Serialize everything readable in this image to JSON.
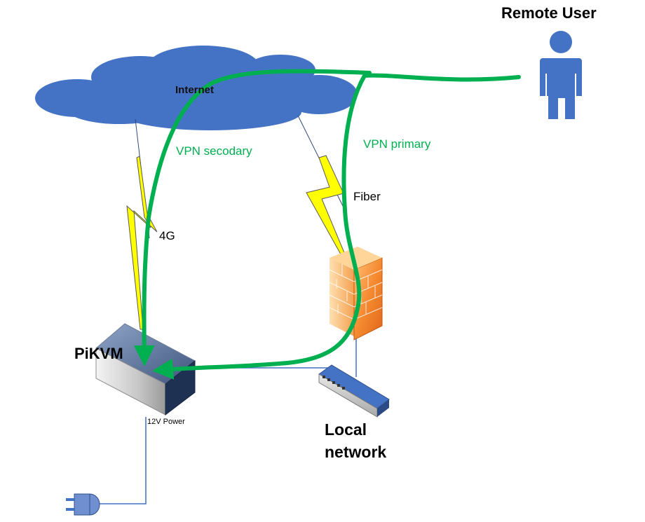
{
  "labels": {
    "internet": "Internet",
    "remote_user": "Remote User",
    "vpn_secondary": "VPN secodary",
    "vpn_primary": "VPN primary",
    "fiber": "Fiber",
    "g4": "4G",
    "pikvm": "PiKVM",
    "power": "12V Power",
    "local_network_line1": "Local",
    "local_network_line2": "network"
  },
  "colors": {
    "cloud": "#4472c4",
    "vpn_path": "#00b050",
    "wire": "#4472c4",
    "lightning": "#ffff00",
    "firewall": "#f08030",
    "person": "#4472c4"
  },
  "icons": [
    "cloud-icon",
    "person-icon",
    "lightning-icon",
    "firewall-icon",
    "server-icon",
    "switch-icon",
    "power-plug-icon"
  ]
}
